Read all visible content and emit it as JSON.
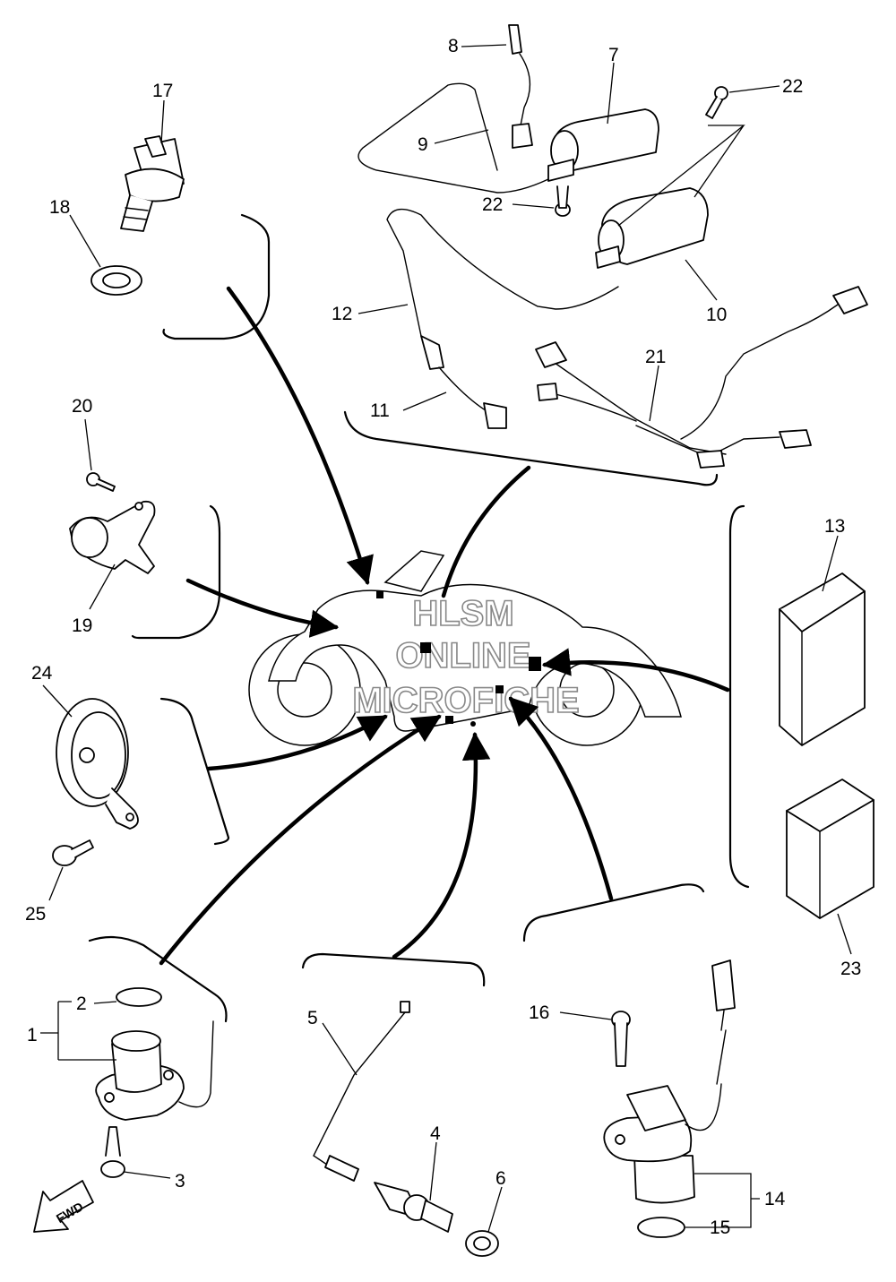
{
  "diagram": {
    "callouts": [
      "1",
      "2",
      "3",
      "4",
      "5",
      "6",
      "7",
      "8",
      "9",
      "10",
      "11",
      "12",
      "13",
      "14",
      "15",
      "16",
      "17",
      "18",
      "19",
      "20",
      "21",
      "22",
      "22",
      "23",
      "24",
      "25"
    ],
    "watermark": [
      "HLSM",
      "ONLINE",
      "MICROFICHE"
    ],
    "direction_badge": "FWD"
  }
}
